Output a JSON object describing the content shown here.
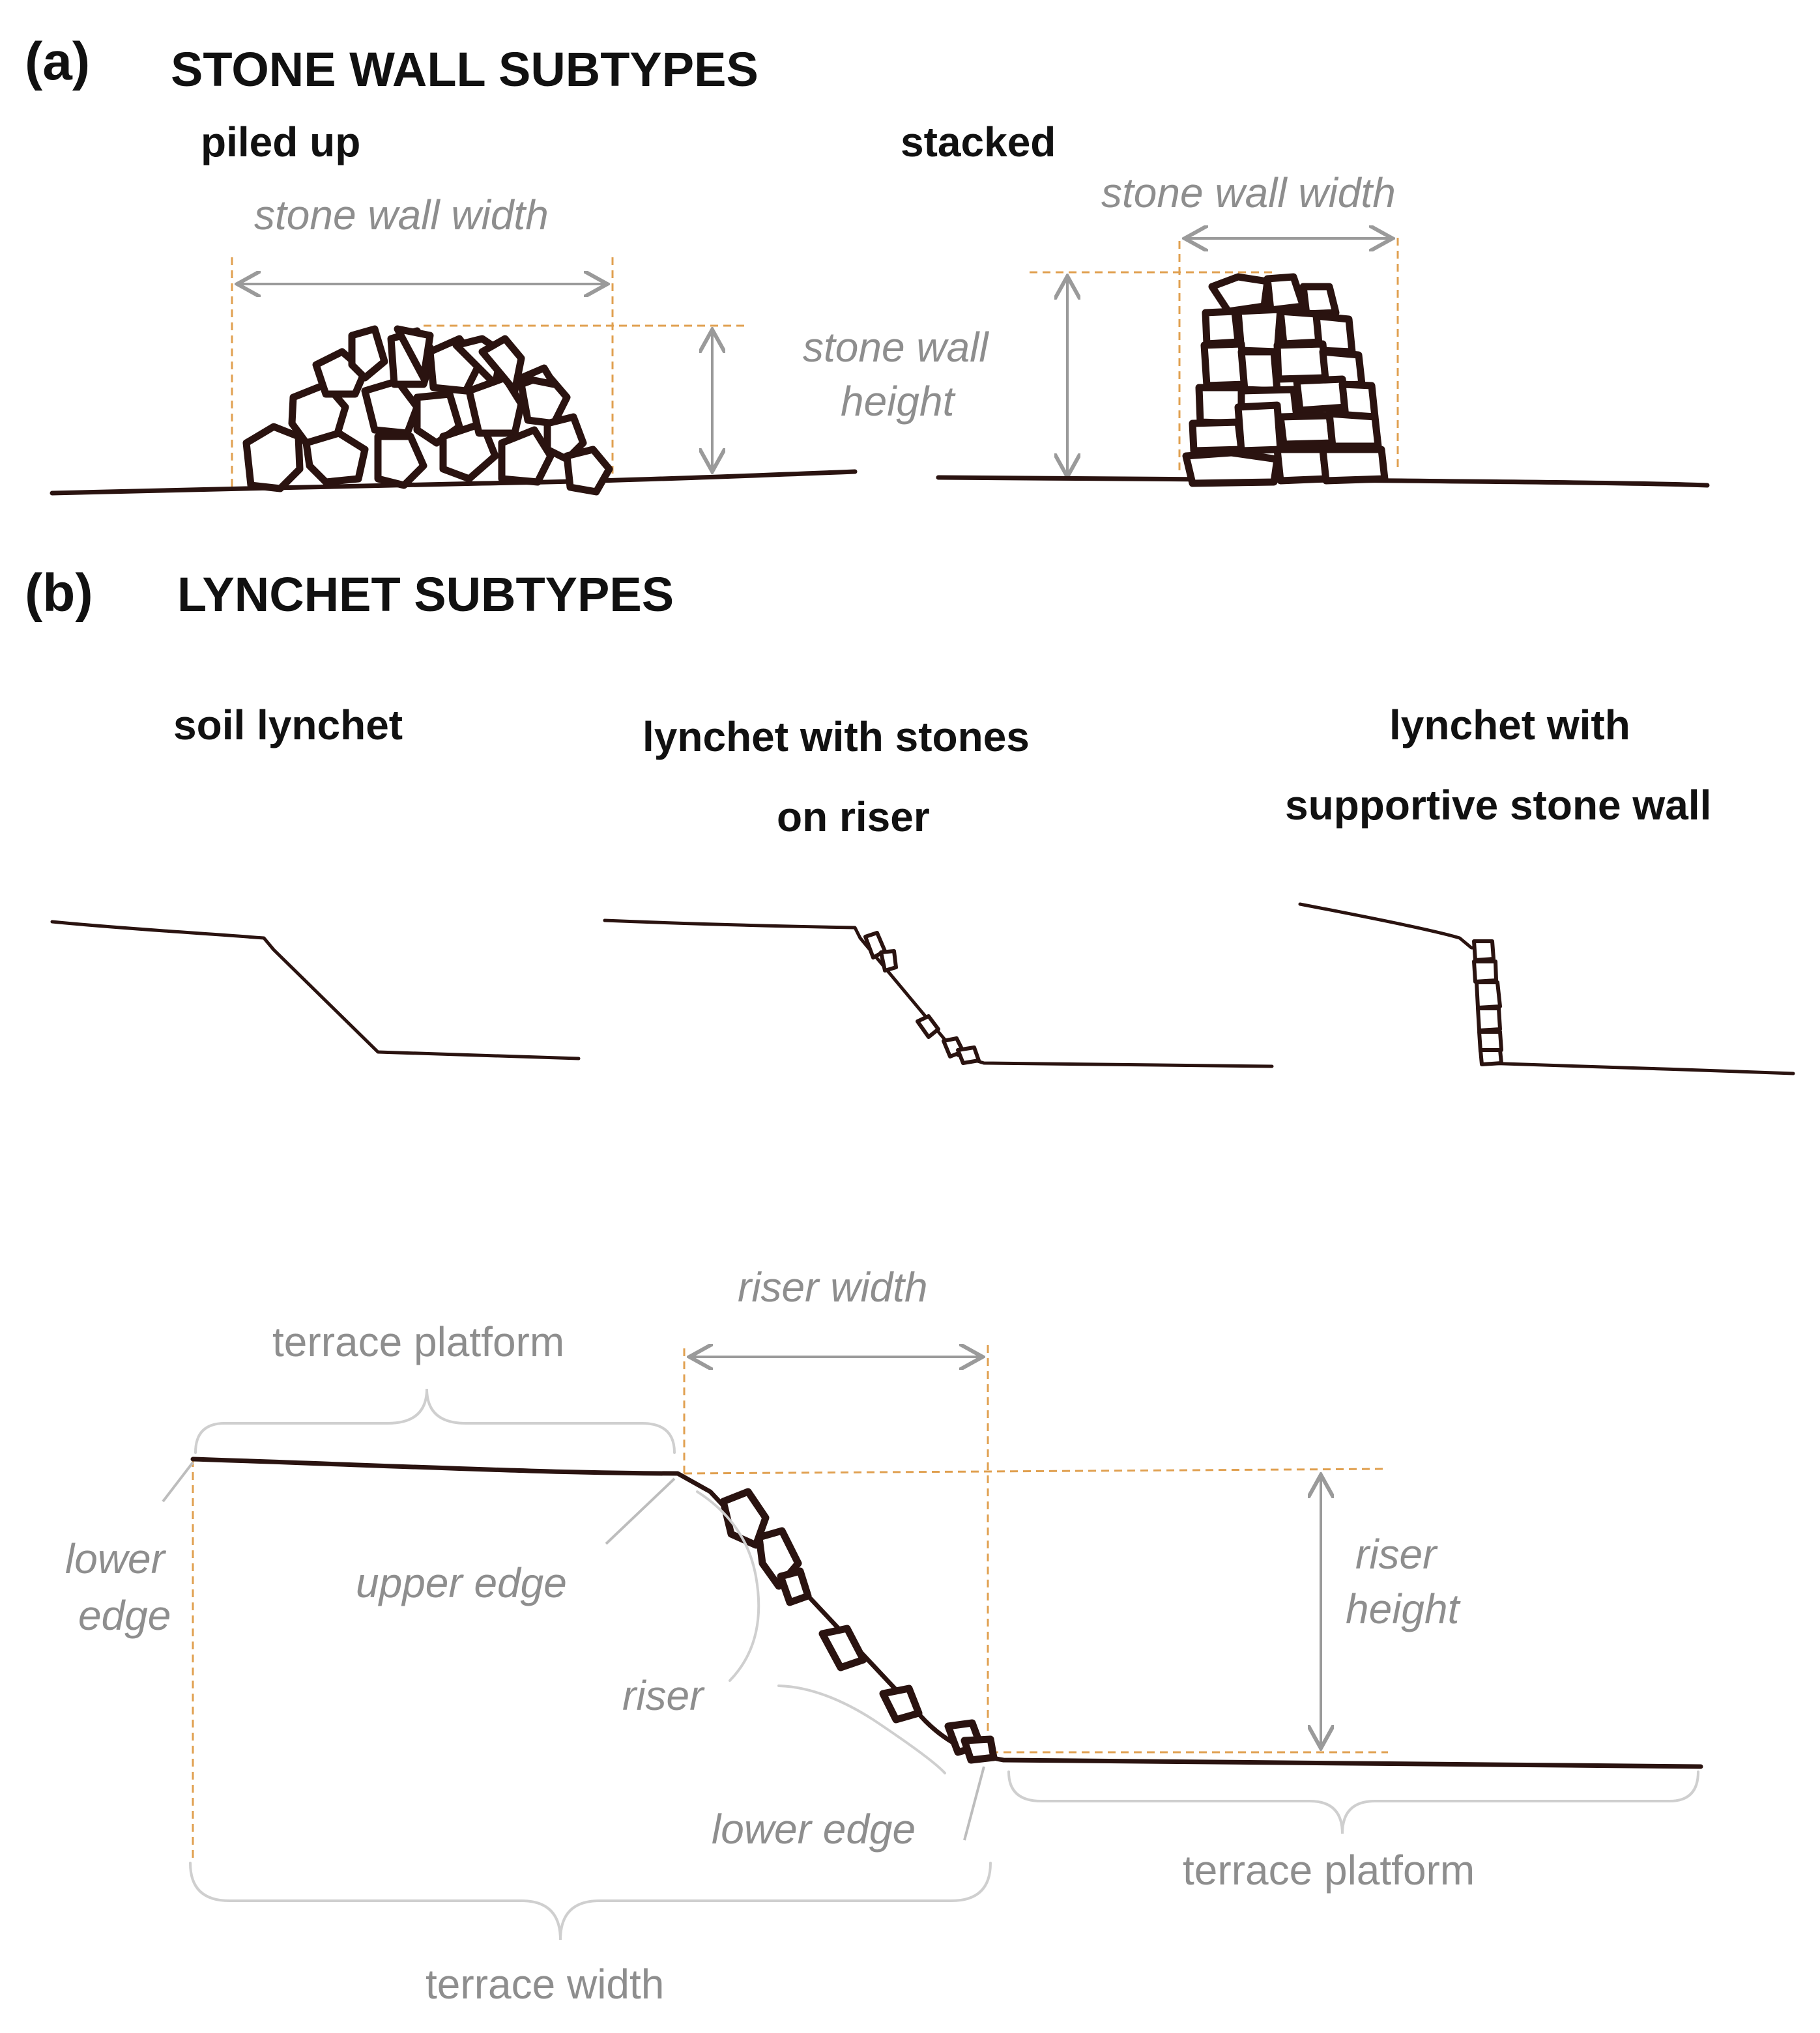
{
  "panel_a": {
    "tag": "(a)",
    "title": "STONE WALL SUBTYPES",
    "subtypes": [
      "piled up",
      "stacked"
    ],
    "labels": {
      "piled_width": "stone wall width",
      "stacked_width": "stone wall width",
      "height_line1": "stone wall",
      "height_line2": "height"
    }
  },
  "panel_b": {
    "tag": "(b)",
    "title": "LYNCHET SUBTYPES",
    "subtype_1": "soil lynchet",
    "subtype_2_line1": "lynchet with stones",
    "subtype_2_line2": "on riser",
    "subtype_3_line1": "lynchet with",
    "subtype_3_line2": "supportive stone wall"
  },
  "profile": {
    "riser_width": "riser width",
    "terrace_platform_upper": "terrace platform",
    "lower_edge_left_line1": "lower",
    "lower_edge_left_line2": "edge",
    "upper_edge": "upper edge",
    "riser": "riser",
    "riser_height_line1": "riser",
    "riser_height_line2": "height",
    "lower_edge": "lower edge",
    "terrace_platform_lower": "terrace platform",
    "terrace_width": "terrace width"
  },
  "colors": {
    "ink": "#2a1310",
    "dimension_text": "#8e8e8e",
    "guide_lines": "#e0a050",
    "arrows": "#9a9a9a"
  }
}
